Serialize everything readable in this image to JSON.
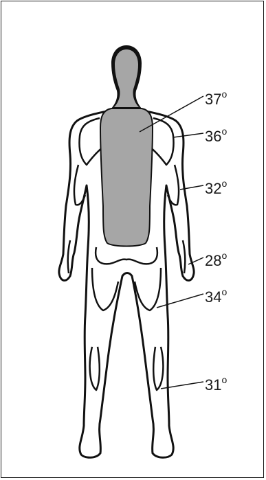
{
  "labels": [
    {
      "id": "core",
      "value": "37",
      "unit": "o"
    },
    {
      "id": "shoulder",
      "value": "36",
      "unit": "o"
    },
    {
      "id": "upper-arm",
      "value": "32",
      "unit": "o"
    },
    {
      "id": "hand",
      "value": "28",
      "unit": "o"
    },
    {
      "id": "thigh",
      "value": "34",
      "unit": "o"
    },
    {
      "id": "lower-leg",
      "value": "31",
      "unit": "o"
    }
  ],
  "colors": {
    "core": "#a6a6a6",
    "outline": "#111111",
    "background": "#ffffff"
  }
}
